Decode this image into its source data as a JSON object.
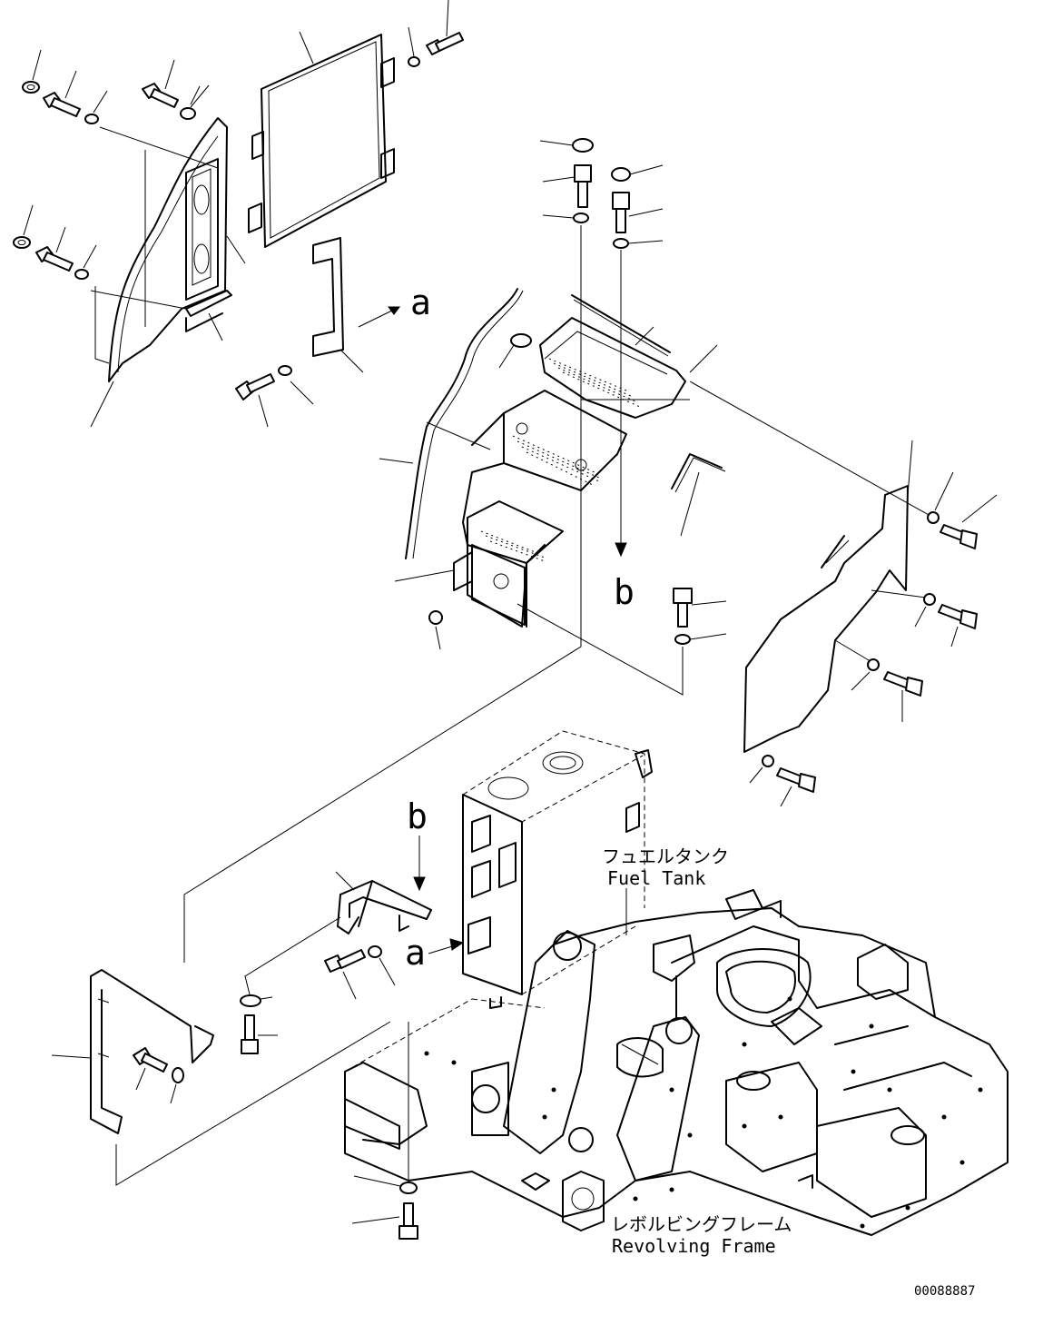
{
  "drawing": {
    "view_marker_a": "a",
    "view_marker_b": "b",
    "fuel_tank_label_jp": "フュエルタンク",
    "fuel_tank_label_en": "Fuel Tank",
    "revolving_frame_label_jp": "レボルビングフレーム",
    "revolving_frame_label_en": "Revolving Frame",
    "drawing_number": "00088887"
  }
}
